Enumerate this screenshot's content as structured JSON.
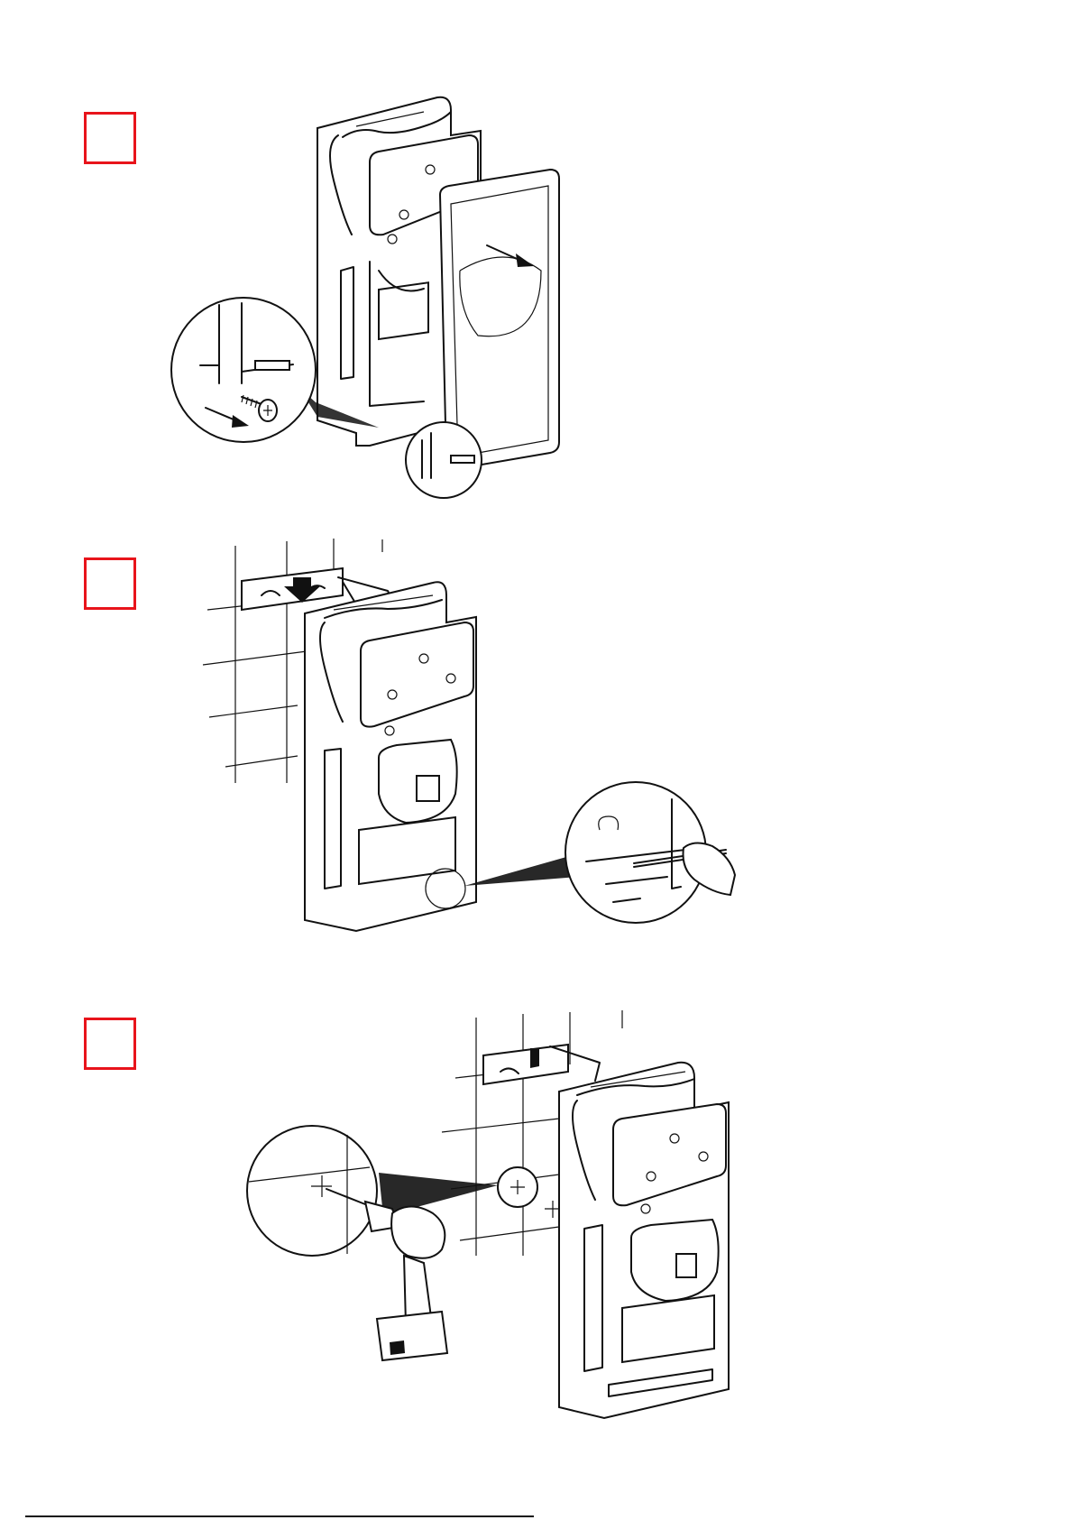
{
  "steps": [
    {
      "id": "step-1",
      "marker_color": "#e8141b"
    },
    {
      "id": "step-2",
      "marker_color": "#e8141b"
    },
    {
      "id": "step-3",
      "marker_color": "#e8141b"
    }
  ]
}
